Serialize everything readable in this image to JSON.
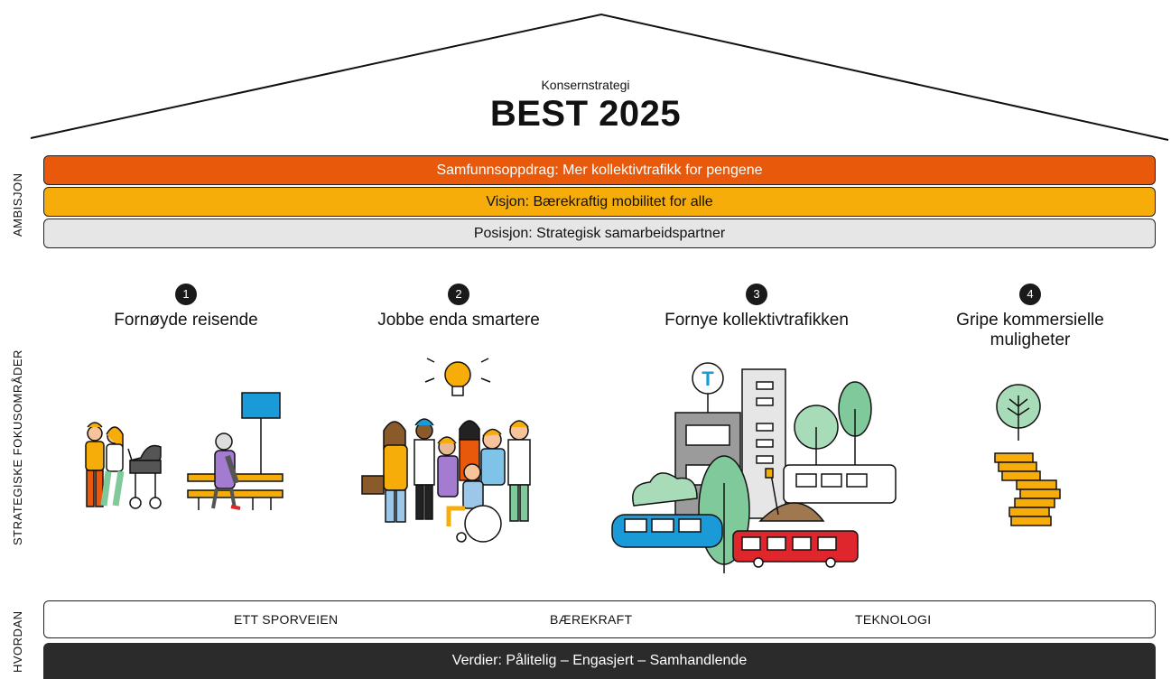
{
  "header": {
    "subtitle": "Konsernstrategi",
    "title": "BEST 2025"
  },
  "side_labels": {
    "ambition": "AMBISJON",
    "focus": "STRATEGISKE FOKUSOMRÅDER",
    "how": "HVORDAN"
  },
  "ambition_bars": {
    "mission": "Samfunnsoppdrag: Mer kollektivtrafikk for pengene",
    "vision": "Visjon: Bærekraftig mobilitet for alle",
    "position": "Posisjon: Strategisk samarbeidspartner"
  },
  "focus_areas": [
    {
      "number": "1",
      "title": "Fornøyde reisende",
      "icon": "families-and-bench-icon"
    },
    {
      "number": "2",
      "title": "Jobbe enda smartere",
      "icon": "team-with-lightbulb-icon"
    },
    {
      "number": "3",
      "title": "Fornye kollektivtrafikken",
      "icon": "city-transport-icon"
    },
    {
      "number": "4",
      "title": "Gripe kommersielle muligheter",
      "icon": "money-tree-icon"
    }
  ],
  "how_items": [
    "ETT SPORVEIEN",
    "BÆREKRAFT",
    "TEKNOLOGI"
  ],
  "values": "Verdier: Pålitelig – Engasjert – Samhandlende",
  "colors": {
    "mission": "#e8590c",
    "vision": "#f6ad0a",
    "position": "#e6e6e6",
    "values": "#2b2b2b",
    "accent_blue": "#1a9ad6",
    "green": "#7fc99a",
    "red": "#e0262d"
  }
}
